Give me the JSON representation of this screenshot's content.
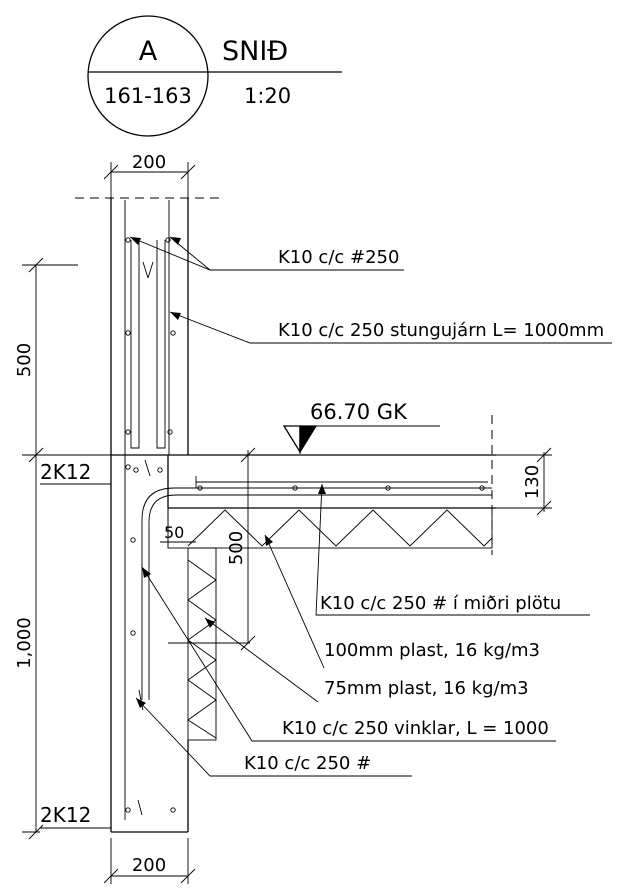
{
  "title_block": {
    "section_letter": "A",
    "title": "SNIÐ",
    "sheet_ref": "161-163",
    "scale": "1:20"
  },
  "dimensions": {
    "top_width": "200",
    "bottom_width": "200",
    "wall_top_height": "500",
    "wall_bottom_height": "1,000",
    "slab_thickness": "130",
    "gap_width": "50",
    "insulation_depth": "500"
  },
  "level_marker": "66.70 GK",
  "rebar_marks": {
    "top": "2K12",
    "bottom": "2K12"
  },
  "callouts": [
    "K10 c/c #250",
    "K10 c/c 250 stungujárn L= 1000mm",
    "K10 c/c 250 # í miðri plötu",
    "100mm plast, 16 kg/m3",
    "75mm plast, 16 kg/m3",
    "K10 c/c 250 vinklar, L = 1000",
    "K10 c/c 250 #"
  ]
}
